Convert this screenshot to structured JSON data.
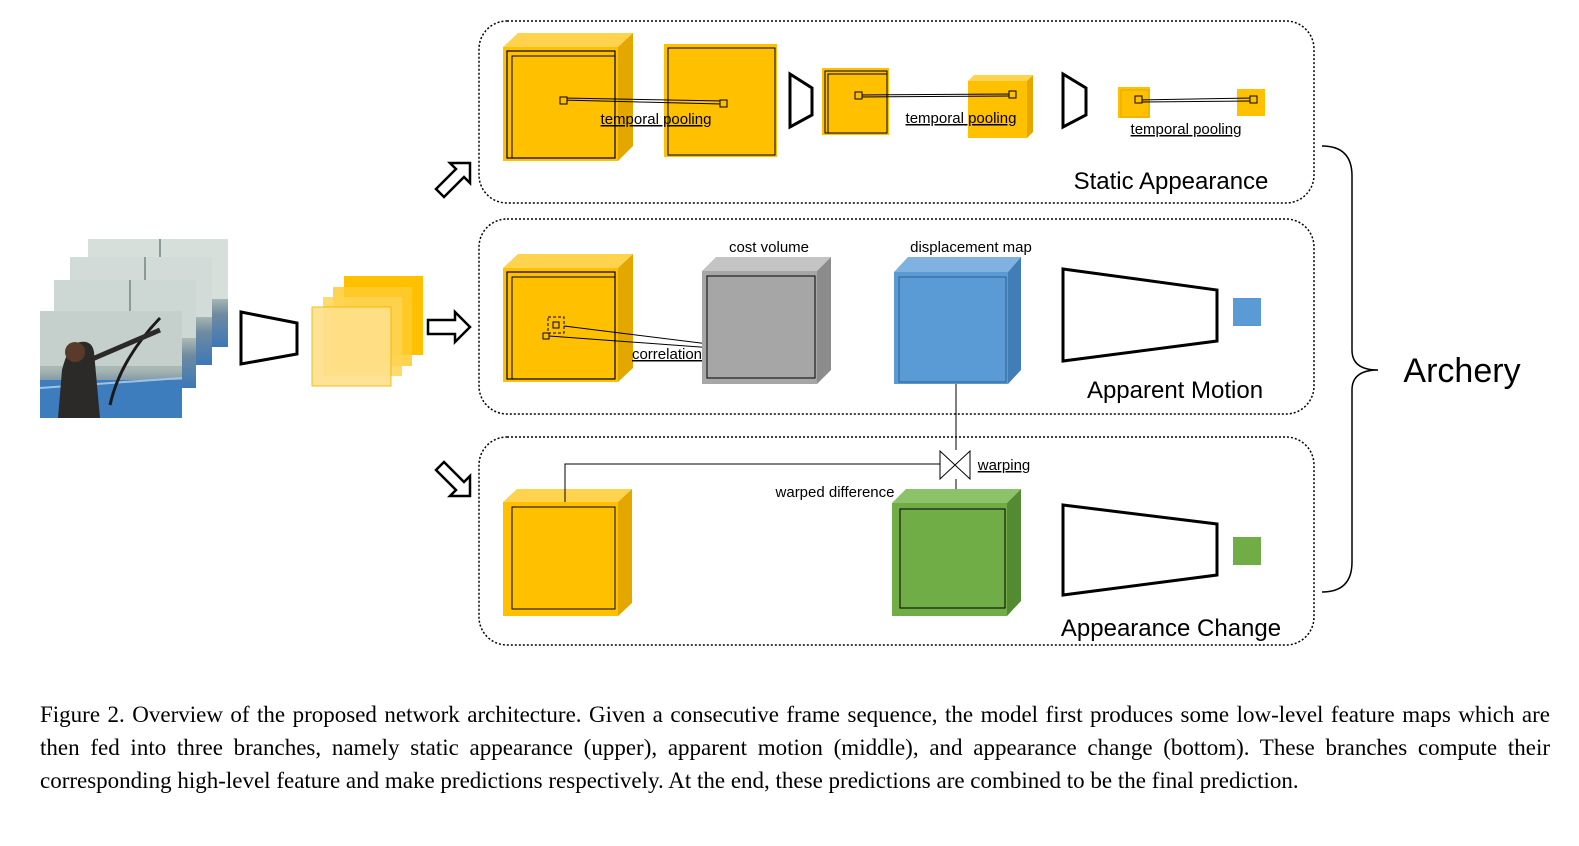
{
  "branches": {
    "static": {
      "title": "Static Appearance",
      "labels": [
        "temporal pooling",
        "temporal pooling",
        "temporal pooling"
      ]
    },
    "motion": {
      "title": "Apparent Motion",
      "cost_volume": "cost volume",
      "displacement_map": "displacement map",
      "correlation": "correlation"
    },
    "change": {
      "title": "Appearance Change",
      "warping": "warping",
      "warped_difference": "warped difference"
    }
  },
  "prediction": "Archery",
  "caption": "Figure 2. Overview of the proposed network architecture. Given a consecutive frame sequence, the model first produces some low-level feature maps which are then fed into three branches, namely static appearance (upper), apparent motion (middle), and appearance change (bottom). These branches compute their corresponding high-level feature and make predictions respectively. At the end, these predictions are combined to be the final prediction.",
  "colors": {
    "feature": "#FFC000",
    "feature_top": "#FFD34D",
    "feature_side": "#E3A700",
    "cost": "#A6A6A6",
    "displacement": "#5B9BD5",
    "warped": "#70AD47",
    "out_motion": "#5B9BD5",
    "out_change": "#70AD47"
  }
}
